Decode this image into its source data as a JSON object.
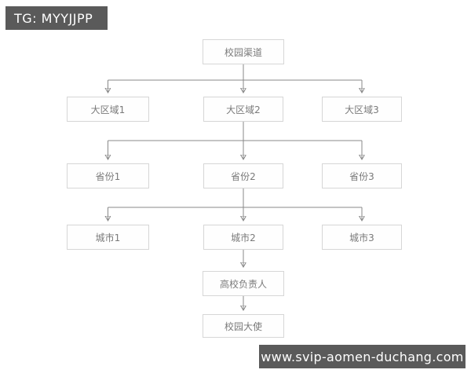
{
  "watermarks": {
    "top": "TG: MYYJJPP",
    "bottom": "www.svip-aomen-duchang.com"
  },
  "diagram": {
    "type": "flowchart",
    "nodes": {
      "root": {
        "label": "校园渠道"
      },
      "region1": {
        "label": "大区域1"
      },
      "region2": {
        "label": "大区域2"
      },
      "region3": {
        "label": "大区域3"
      },
      "province1": {
        "label": "省份1"
      },
      "province2": {
        "label": "省份2"
      },
      "province3": {
        "label": "省份3"
      },
      "city1": {
        "label": "城市1"
      },
      "city2": {
        "label": "城市2"
      },
      "city3": {
        "label": "城市3"
      },
      "leader": {
        "label": "高校负责人"
      },
      "ambassador": {
        "label": "校园大使"
      }
    },
    "edges": [
      {
        "from": "校园渠道",
        "to": "大区域1"
      },
      {
        "from": "校园渠道",
        "to": "大区域2"
      },
      {
        "from": "校园渠道",
        "to": "大区域3"
      },
      {
        "from": "大区域2",
        "to": "省份1"
      },
      {
        "from": "大区域2",
        "to": "省份2"
      },
      {
        "from": "大区域2",
        "to": "省份3"
      },
      {
        "from": "省份2",
        "to": "城市1"
      },
      {
        "from": "省份2",
        "to": "城市2"
      },
      {
        "from": "省份2",
        "to": "城市3"
      },
      {
        "from": "城市2",
        "to": "高校负责人"
      },
      {
        "from": "高校负责人",
        "to": "校园大使"
      }
    ]
  },
  "colors": {
    "background": "#ffffff",
    "box_fill": "#fefefe",
    "box_border": "#d6d6d6",
    "box_text": "#7a7a7a",
    "connector": "#888888",
    "banner_background": "#5a5a5a",
    "banner_text": "#ffffff"
  }
}
